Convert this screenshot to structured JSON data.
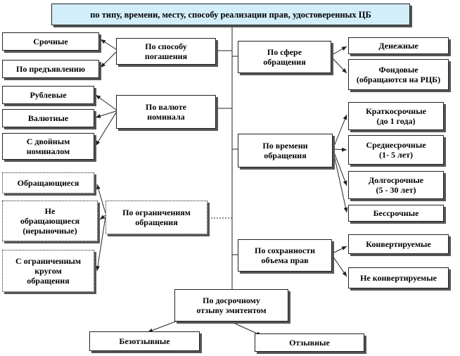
{
  "title": "по типу, времени, месту, способу реализации прав, удостоверенных ЦБ",
  "categories": {
    "redemption": "По способу\nпогашения",
    "currency": "По валюте\nноминала",
    "circulation_limit": "По ограничениям\nобращения",
    "sphere": "По сфере\nобращения",
    "term": "По времени\nобращения",
    "rights": "По сохранности\nобъема прав",
    "recall": "По досрочному\nотзыву эмитентом"
  },
  "items": {
    "urgent": "Срочные",
    "on_demand": "По предъявлению",
    "ruble": "Рублевые",
    "foreign_currency": "Валютные",
    "dual": "С двойным\nноминалом",
    "circulating": "Обращающиеся",
    "non_circulating": "Не\nобращающиеся\n(нерыночные)",
    "limited": "С ограниченным\nкругом\nобращения",
    "monetary": "Денежные",
    "stock": "Фондовые\n(обращаются на РЦБ)",
    "short_term": "Краткосрочные\n(до 1 года)",
    "medium_term": "Среднесрочные\n(1- 5 лет)",
    "long_term": "Долгосрочные\n(5 - 30 лет)",
    "perpetual": "Бессрочные",
    "convertible": "Конвертируемые",
    "non_convertible": "Не конвертируемые",
    "non_callable": "Безотзывные",
    "callable": "Отзывные"
  },
  "colors": {
    "title_bg": "#d3eefb",
    "line": "#222222"
  }
}
